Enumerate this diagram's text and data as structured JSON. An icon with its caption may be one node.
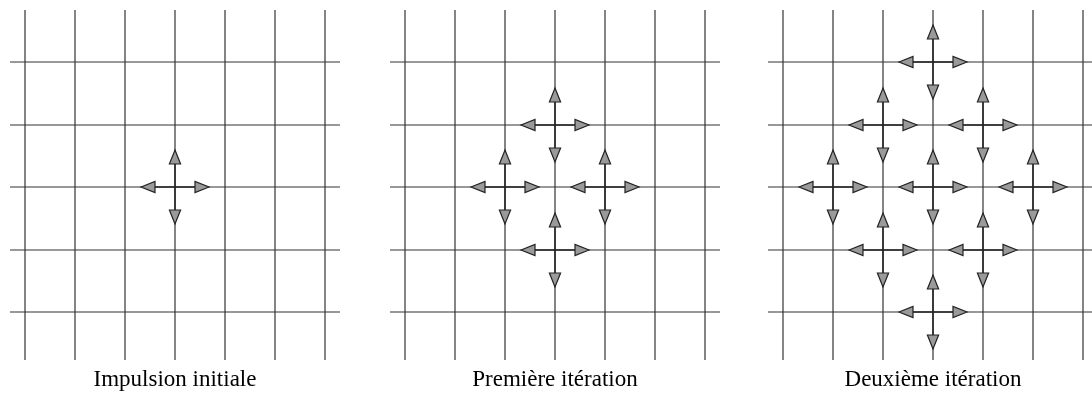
{
  "diagram": {
    "labels": [
      "Impulsion initiale",
      "Première itération",
      "Deuxième itération"
    ]
  }
}
